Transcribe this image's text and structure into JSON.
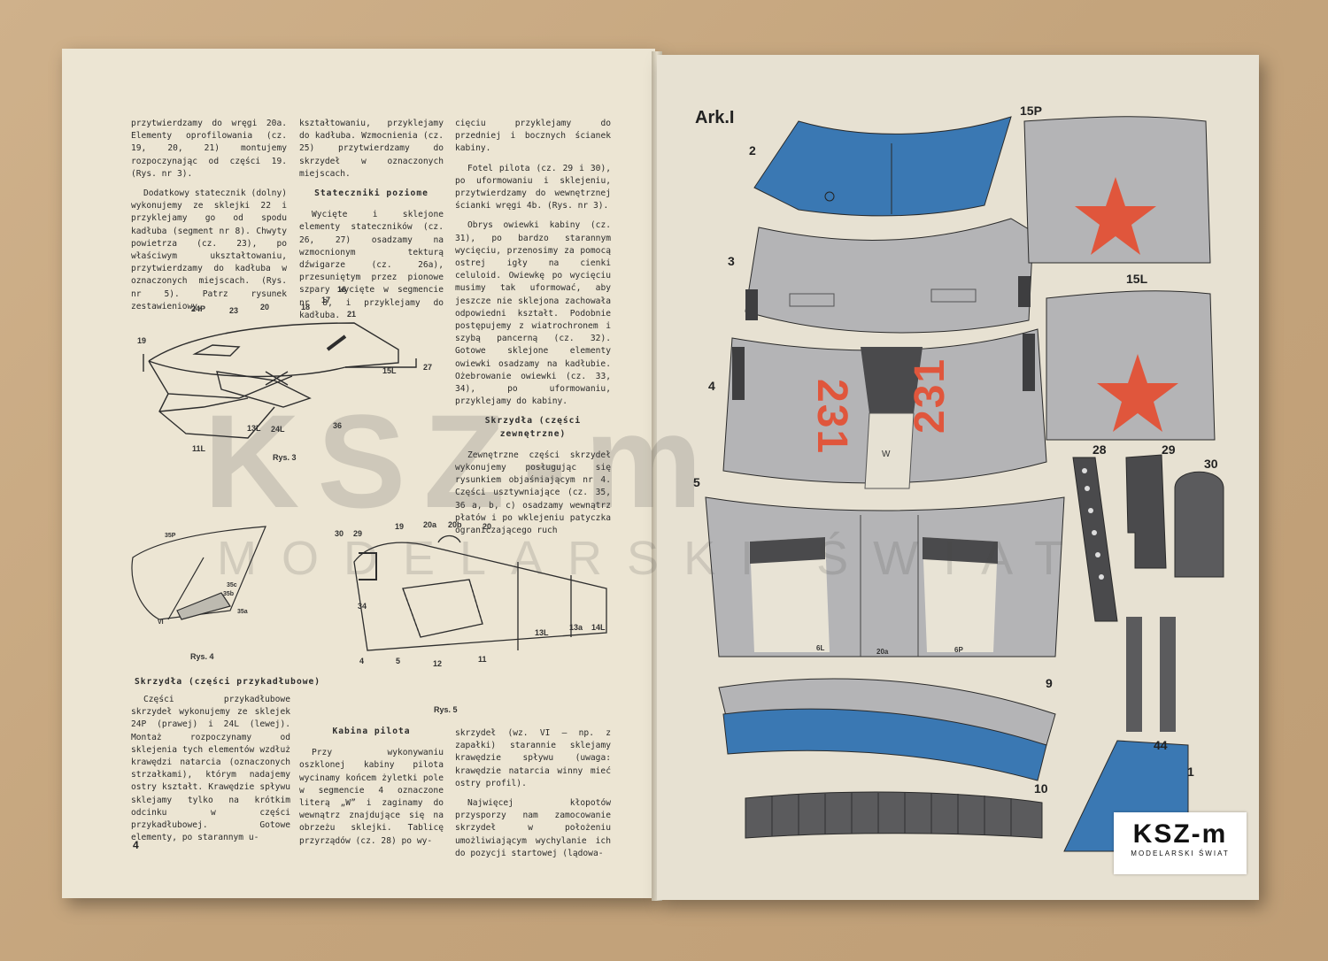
{
  "left_page": {
    "col1": [
      "przytwierdzamy do wręgi 20a. Elementy oprofilowania (cz. 19, 20, 21) montujemy rozpoczynając od części 19. (Rys. nr 3).",
      "Dodatkowy statecznik (dolny) wykonujemy ze sklejki 22 i przyklejamy go od spodu kadłuba (segment nr 8). Chwyty powietrza (cz. 23), po właściwym ukształtowaniu, przytwierdzamy do kadłuba w oznaczonych miejscach. (Rys. nr 5). Patrz rysunek zestawieniowy."
    ],
    "col2_top": "kształtowaniu, przyklejamy do kadłuba. Wzmocnienia (cz. 25) przytwierdzamy do skrzydeł w oznaczonych miejscach.",
    "col2_heading": "Stateczniki poziome",
    "col2_body": "Wycięte i sklejone elementy stateczników (cz. 26, 27) osadzamy na wzmocnionym tekturą dźwigarze (cz. 26a), przesuniętym przez pionowe szpary wycięte w segmencie nr 8, i przyklejamy do kadłuba.",
    "col3": [
      "cięciu przyklejamy do przedniej i bocznych ścianek kabiny.",
      "Fotel pilota (cz. 29 i 30), po uformowaniu i sklejeniu, przytwierdzamy do wewnętrznej ścianki wręgi 4b. (Rys. nr 3).",
      "Obrys owiewki kabiny (cz. 31), po bardzo starannym wycięciu, przenosimy za pomocą ostrej igły na cienki celuloid. Owiewkę po wycięciu musimy tak uformować, aby jeszcze nie sklejona zachowała odpowiedni kształt. Podobnie postępujemy z wiatrochronem i szybą pancerną (cz. 32). Gotowe sklejone elementy owiewki osadzamy na kadłubie. Ożebrowanie owiewki (cz. 33, 34), po uformowaniu, przyklejamy do kabiny."
    ],
    "col3_heading": "Skrzydła (części zewnętrzne)",
    "col3_body": "Zewnętrzne części skrzydeł wykonujemy posługując się rysunkiem objaśniającym nr 4. Części usztywniające (cz. 35, 36 a, b, c) osadzamy wewnątrz płatów i po wklejeniu patyczka ograniczającego ruch",
    "fig3_caption": "Rys. 3",
    "fig4_caption": "Rys. 4",
    "fig5_caption": "Rys. 5",
    "fig3_labels": [
      "24P",
      "23",
      "20",
      "18",
      "17",
      "16",
      "21",
      "19",
      "15L",
      "27",
      "13L",
      "24L",
      "36",
      "11L"
    ],
    "fig4_labels": [
      "35P",
      "35c",
      "35b",
      "35a",
      "VI"
    ],
    "fig5_labels": [
      "30",
      "29",
      "19",
      "20a",
      "20b",
      "20",
      "34",
      "4",
      "5",
      "12",
      "11",
      "13L",
      "13a",
      "14L"
    ],
    "bottom_heading": "Skrzydła (części przykadłubowe)",
    "bottom_col1": "Części przykadłubowe skrzydeł wykonujemy ze sklejek 24P (prawej) i 24L (lewej). Montaż rozpoczynamy od sklejenia tych elementów wzdłuż krawędzi natarcia (oznaczonych strzałkami), którym nadajemy ostry kształt. Krawędzie spływu sklejamy tylko na krótkim odcinku w części przykadłubowej. Gotowe elementy, po starannym u-",
    "bottom_col2_heading": "Kabina pilota",
    "bottom_col2": "Przy wykonywaniu oszklonej kabiny pilota wycinamy końcem żyletki pole w segmencie 4 oznaczone literą „W” i zaginamy do wewnątrz znajdujące się na obrzeżu sklejki. Tablicę przyrządów (cz. 28) po wy-",
    "bottom_col3": [
      "skrzydeł (wz. VI — np. z zapałki) starannie sklejamy krawędzie spływu (uwaga: krawędzie natarcia winny mieć ostry profil).",
      "Najwięcej kłopotów przysporzy nam zamocowanie skrzydeł w położeniu umożliwiającym wychylanie ich do pozycji startowej (lądowa-"
    ],
    "page_number": "4"
  },
  "right_page": {
    "sheet_label": "Ark.I",
    "part_labels": [
      "2",
      "3",
      "4",
      "5",
      "9",
      "10",
      "1",
      "15P",
      "15L",
      "28",
      "29",
      "30",
      "44"
    ],
    "tail_number": "231",
    "cockpit_letter": "W",
    "small_marks": [
      "6L",
      "20a",
      "6P"
    ],
    "colors": {
      "blue": "#3a78b3",
      "grey": "#b4b4b6",
      "dark": "#4a4a4c",
      "red": "#e0563c"
    }
  },
  "watermark": {
    "main": "KSZ-m",
    "sub": "MODELARSKI ŚWIAT"
  },
  "logo": {
    "main": "KSZ-m",
    "sub": "MODELARSKI ŚWIAT"
  }
}
